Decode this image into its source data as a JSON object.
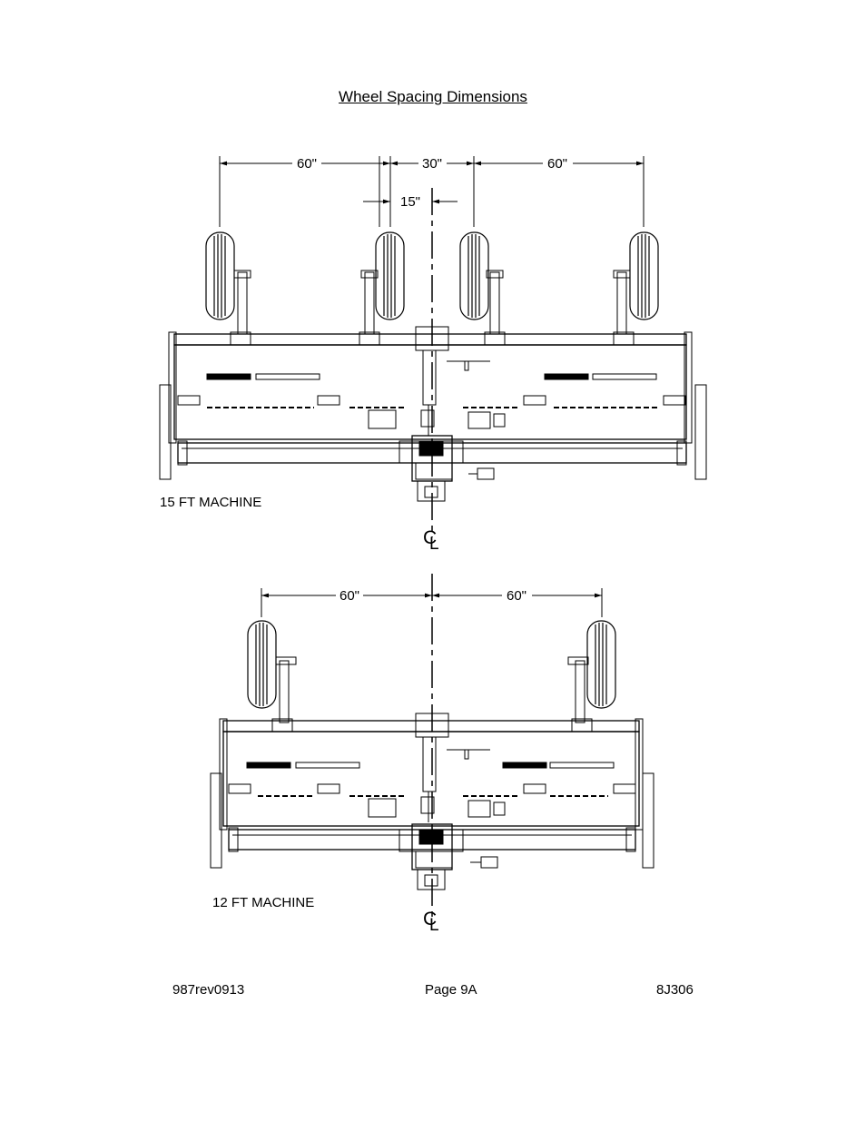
{
  "page": {
    "title": "Wheel Spacing Dimensions"
  },
  "diagram_15ft": {
    "label": "15 FT MACHINE",
    "dim_left": "60\"",
    "dim_center": "30\"",
    "dim_right": "60\"",
    "dim_offset": "15\"",
    "centerline": "CL"
  },
  "diagram_12ft": {
    "label": "12 FT MACHINE",
    "dim_left": "60\"",
    "dim_right": "60\"",
    "centerline": "CL"
  },
  "footer": {
    "left": "987rev0913",
    "center": "Page 9A",
    "right": "8J306"
  }
}
